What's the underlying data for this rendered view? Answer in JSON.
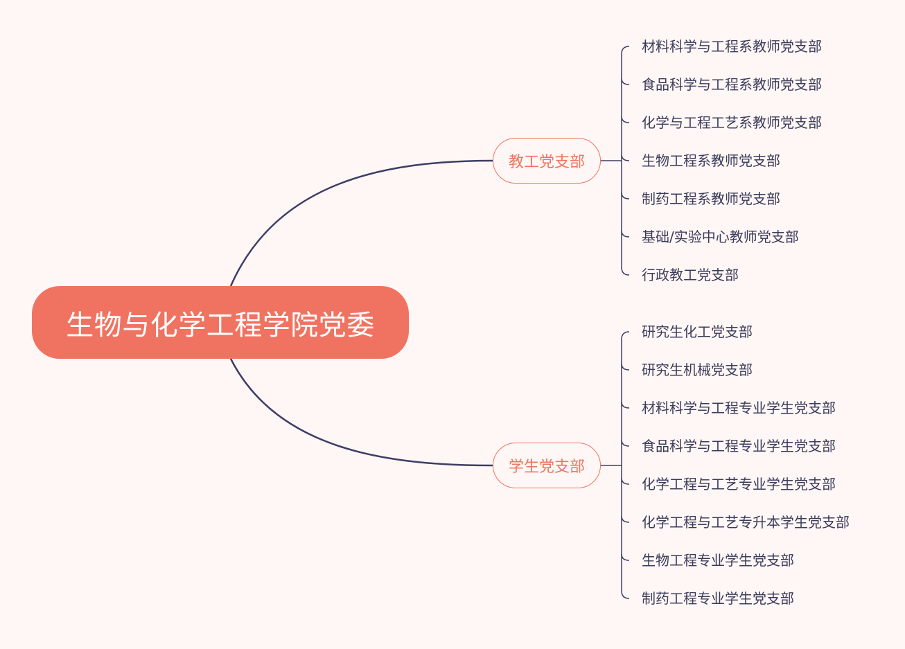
{
  "root": {
    "label": "生物与化学工程学院党委"
  },
  "branches": [
    {
      "label": "教工党支部",
      "children": [
        "材料科学与工程系教师党支部",
        "食品科学与工程系教师党支部",
        "化学与工程工艺系教师党支部",
        "生物工程系教师党支部",
        "制药工程系教师党支部",
        "基础/实验中心教师党支部",
        "行政教工党支部"
      ]
    },
    {
      "label": "学生党支部",
      "children": [
        "研究生化工党支部",
        "研究生机械党支部",
        "材料科学与工程专业学生党支部",
        "食品科学与工程专业学生党支部",
        "化学工程与工艺专业学生党支部",
        "化学工程与工艺专升本学生党支部",
        "生物工程专业学生党支部",
        "制药工程专业学生党支部"
      ]
    }
  ],
  "colors": {
    "background": "#fff7f5",
    "accent": "#f07361",
    "line": "#3d3d66",
    "text": "#3b3b5a"
  }
}
